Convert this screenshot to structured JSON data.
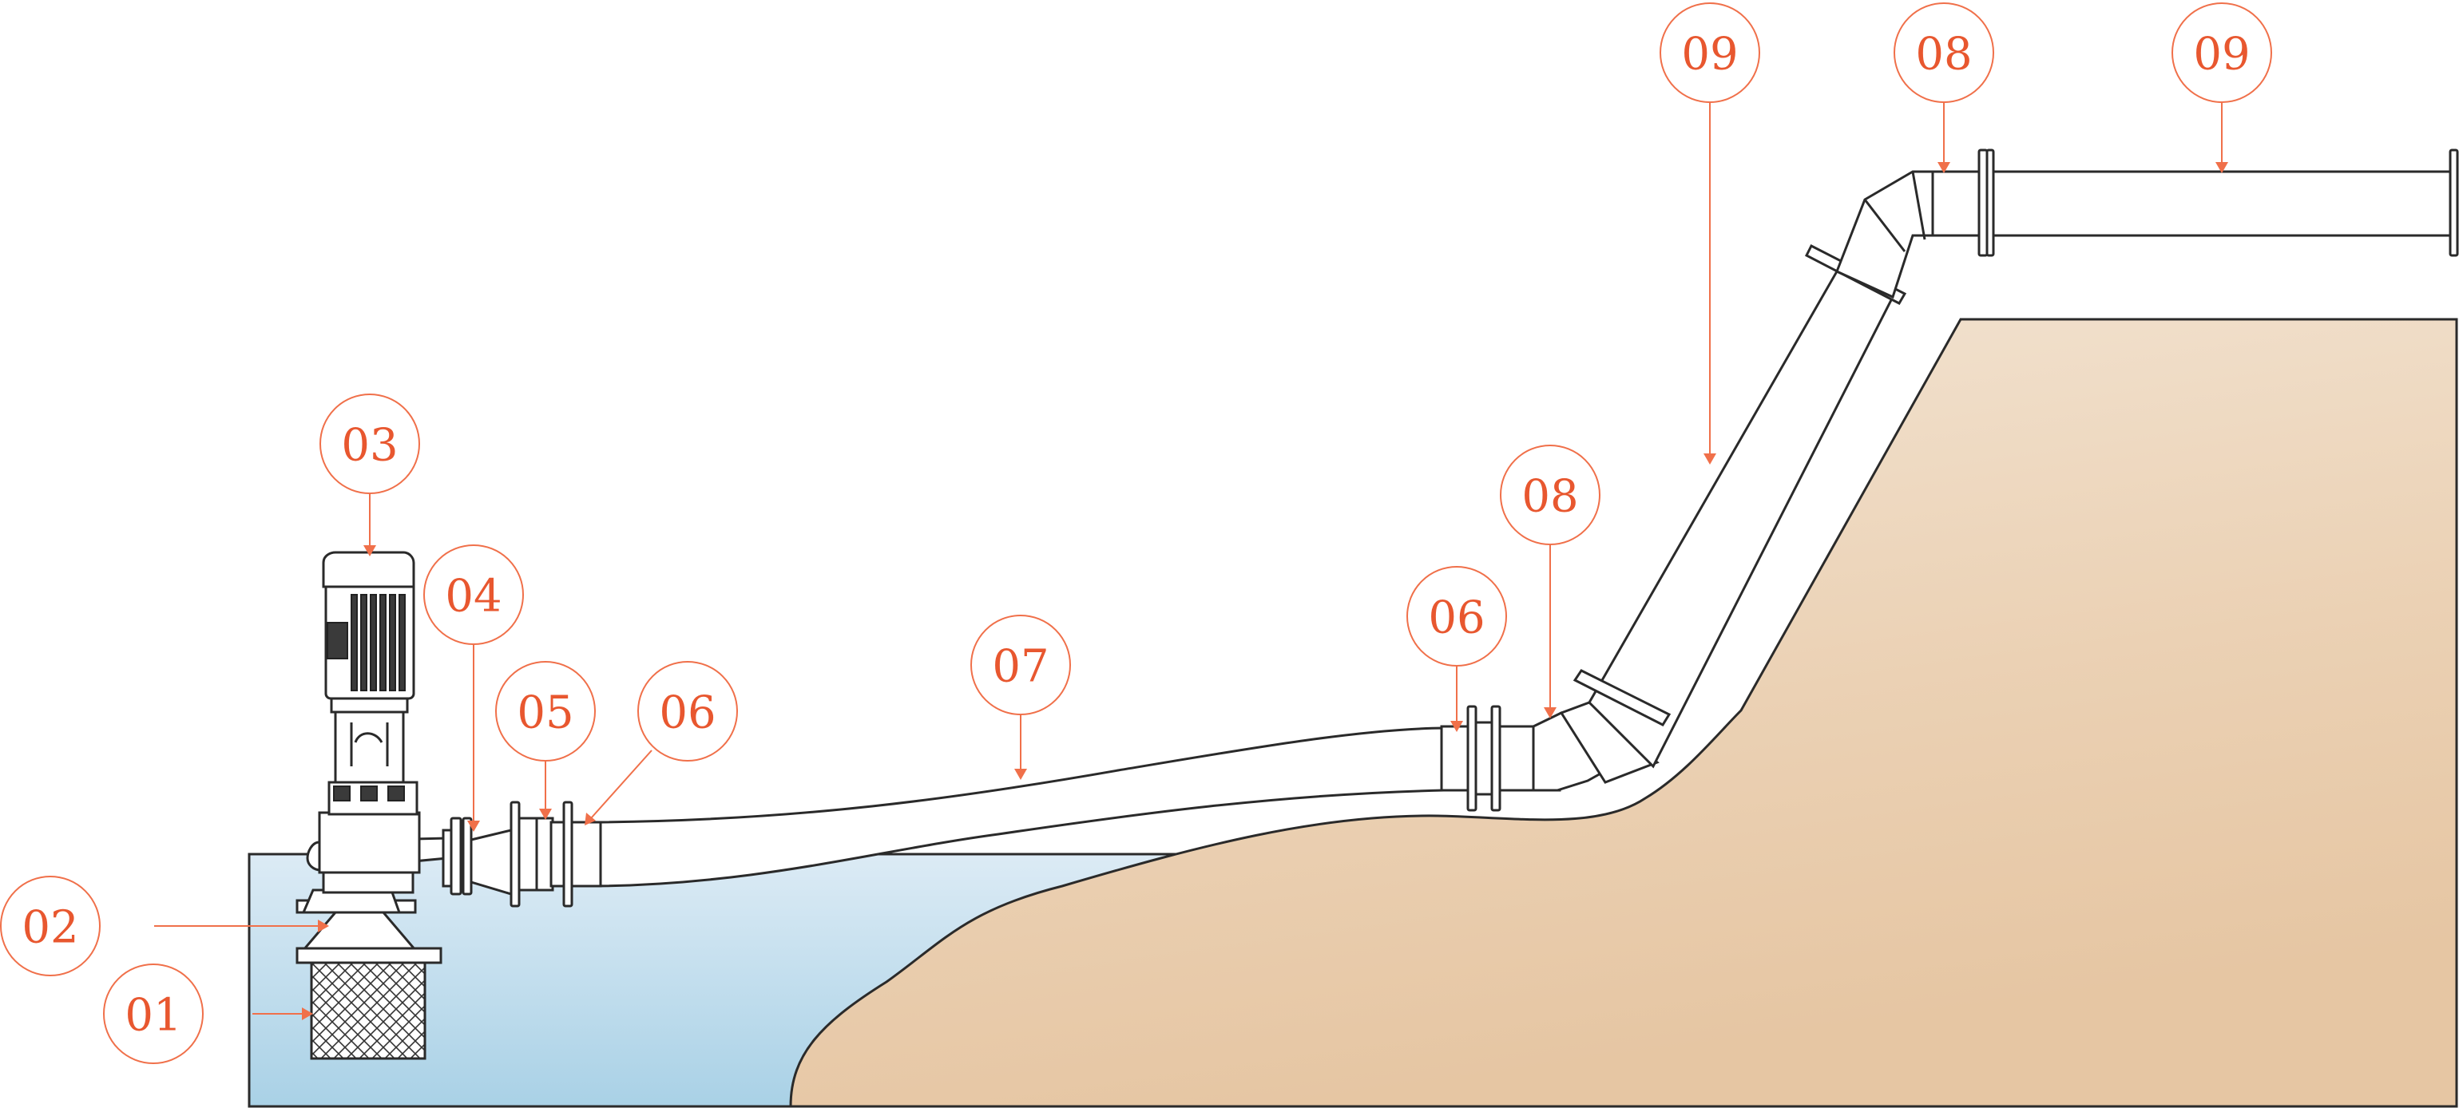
{
  "colors": {
    "callout": "#e8572f",
    "water_top": "#dcebf5",
    "water_bottom": "#a9d1e6",
    "ground_light": "#f3e6d6",
    "ground_dark": "#e6c6a3",
    "line": "#2a2a2a"
  },
  "callouts": [
    {
      "id": "c01",
      "label": "01"
    },
    {
      "id": "c02",
      "label": "02"
    },
    {
      "id": "c03",
      "label": "03"
    },
    {
      "id": "c04",
      "label": "04"
    },
    {
      "id": "c05",
      "label": "05"
    },
    {
      "id": "c06a",
      "label": "06"
    },
    {
      "id": "c07",
      "label": "07"
    },
    {
      "id": "c06b",
      "label": "06"
    },
    {
      "id": "c08a",
      "label": "08"
    },
    {
      "id": "c09a",
      "label": "09"
    },
    {
      "id": "c08b",
      "label": "08"
    },
    {
      "id": "c09b",
      "label": "09"
    }
  ]
}
